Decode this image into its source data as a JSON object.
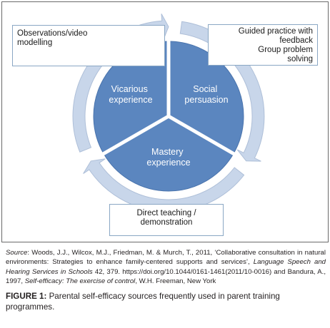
{
  "diagram": {
    "segments": {
      "vicarious": [
        "Vicarious",
        "experience"
      ],
      "social": [
        "Social",
        "persuasion"
      ],
      "mastery": [
        "Mastery",
        "experience"
      ]
    },
    "callouts": {
      "observations": [
        "Observations/video",
        "modelling"
      ],
      "guided": [
        "Guided practice with",
        "feedback",
        "Group problem",
        "solving"
      ],
      "direct": [
        "Direct teaching /",
        "demonstration"
      ]
    },
    "colors": {
      "segment_fill": "#5b86bf",
      "segment_stroke": "#4a74ad",
      "ring_fill": "#c8d6ea",
      "ring_stroke": "#aebfd8",
      "callout_border": "#8aa7c4"
    }
  },
  "caption": {
    "source_label": "Source",
    "source_part1": ": Woods, J.J., Wilcox, M.J., Friedman, M. & Murch, T., 2011, ‘Collaborative consultation in natural environments: Strategies to enhance family-centered supports and services’, ",
    "source_journal": "Language Speech and Hearing Services in Schools",
    "source_part2": " 42, 379. https://doi.org/10.1044/0161-1461(2011/10-0016) and Bandura, A., 1997, ",
    "source_book": "Self-efficacy: The exercise of control",
    "source_part3": ", W.H. Freeman, New York",
    "figure_label": "FIGURE 1:",
    "figure_text": " Parental self-efficacy sources frequently used in parent training programmes."
  }
}
